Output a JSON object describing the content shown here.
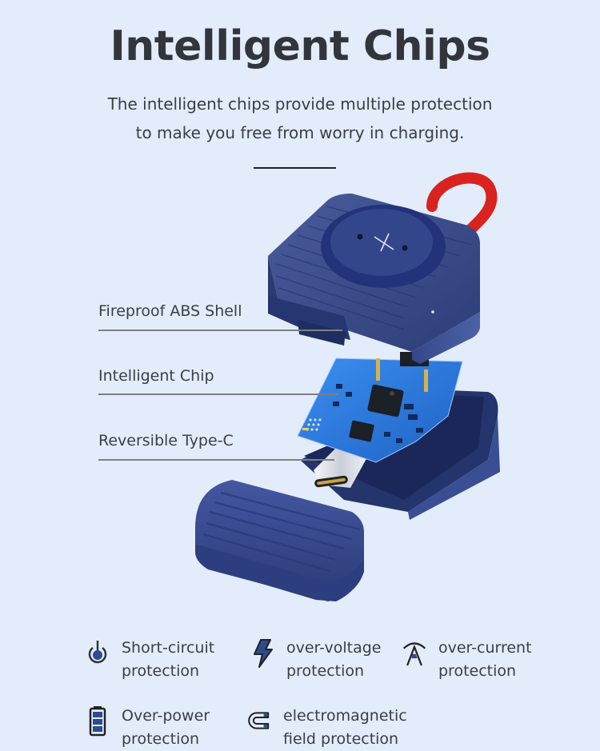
{
  "header": {
    "title": "Intelligent Chips",
    "subtitle_line1": "The intelligent chips provide multiple protection",
    "subtitle_line2": "to make you free from worry in charging."
  },
  "product": {
    "image": "exploded-view-wireless-watch-charger",
    "colors": {
      "shell": "#2f3f7a",
      "strap": "#d9231f",
      "pcb": "#2f7fd6",
      "background": "#e3ecfb"
    },
    "callouts": [
      {
        "label": "Fireproof ABS Shell"
      },
      {
        "label": "Intelligent Chip"
      },
      {
        "label": "Reversible Type-C"
      }
    ]
  },
  "features": [
    {
      "icon": "power-button-icon",
      "line1": "Short-circuit",
      "line2": "protection"
    },
    {
      "icon": "lightning-bolt-icon",
      "line1": "over-voltage",
      "line2": "protection"
    },
    {
      "icon": "ampere-gauge-icon",
      "line1": "over-current",
      "line2": "protection"
    },
    {
      "icon": "battery-icon",
      "line1": "Over-power",
      "line2": "protection"
    },
    {
      "icon": "magnet-icon",
      "line1": "electromagnetic",
      "line2": "field protection"
    }
  ],
  "accent_color": "#2d4b8f"
}
